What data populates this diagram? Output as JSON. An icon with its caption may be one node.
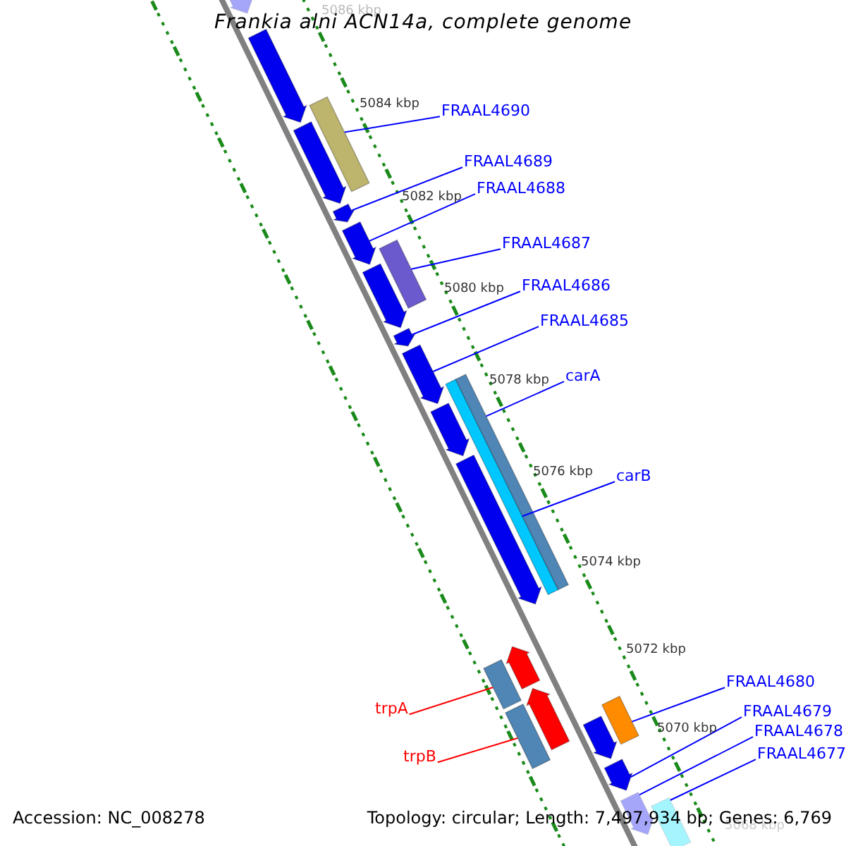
{
  "diagram": {
    "title": "Frankia alni ACN14a, complete genome",
    "nodes": [
      {
        "text": [
          "FRAAL4690"
        ]
      },
      {
        "text": [
          "FRAAL4689"
        ]
      },
      {
        "text": [
          "FRAAL4688"
        ]
      },
      {
        "text": [
          "FRAAL4687"
        ]
      },
      {
        "text": [
          "FRAAL4686"
        ]
      },
      {
        "text": [
          "FRAAL4685"
        ]
      },
      {
        "text": [
          "carA"
        ]
      },
      {
        "text": [
          "carB"
        ]
      },
      {
        "text": [
          "trpA"
        ]
      },
      {
        "text": [
          "trpB"
        ]
      },
      {
        "text": [
          "FRAAL4680"
        ]
      },
      {
        "text": [
          "FRAAL4679"
        ]
      },
      {
        "text": [
          "FRAAL4678"
        ]
      },
      {
        "text": [
          "FRAAL4677"
        ]
      },
      {
        "text": [],
        "shape": "arrow"
      },
      {
        "text": [],
        "shape": "arrow"
      },
      {
        "text": [],
        "shape": "box"
      },
      {
        "text": [],
        "shape": "arrow"
      },
      {
        "text": [],
        "shape": "arrow"
      },
      {
        "text": [],
        "shape": "arrow"
      },
      {
        "text": [],
        "shape": "box"
      },
      {
        "text": [],
        "shape": "arrow"
      },
      {
        "text": [],
        "shape": "arrow"
      },
      {
        "text": [],
        "shape": "arrow"
      },
      {
        "text": [],
        "shape": "box"
      },
      {
        "text": [],
        "shape": "box"
      },
      {
        "text": [],
        "shape": "arrow"
      },
      {
        "text": [],
        "shape": "arrow"
      },
      {
        "text": [],
        "shape": "arrow"
      },
      {
        "text": [],
        "shape": "box"
      },
      {
        "text": [],
        "shape": "arrow"
      },
      {
        "text": [],
        "shape": "box"
      },
      {
        "text": [],
        "shape": "box"
      },
      {
        "text": [],
        "shape": "arrow"
      },
      {
        "text": [],
        "shape": "arrow"
      },
      {
        "text": [],
        "shape": "arrow"
      },
      {
        "text": [],
        "shape": "box"
      }
    ],
    "edges": [
      {
        "from": 0,
        "to": 16,
        "arrow": "none"
      },
      {
        "from": 1,
        "to": 18,
        "arrow": "none"
      },
      {
        "from": 2,
        "to": 19,
        "arrow": "none"
      },
      {
        "from": 3,
        "to": 20,
        "arrow": "none"
      },
      {
        "from": 4,
        "to": 22,
        "arrow": "none"
      },
      {
        "from": 5,
        "to": 23,
        "arrow": "none"
      },
      {
        "from": 6,
        "to": 25,
        "arrow": "none"
      },
      {
        "from": 7,
        "to": 24,
        "arrow": "none"
      },
      {
        "from": 8,
        "to": 29,
        "arrow": "none",
        "color": "#ff0000"
      },
      {
        "from": 9,
        "to": 31,
        "arrow": "none",
        "color": "#ff0000"
      },
      {
        "from": 10,
        "to": 32,
        "arrow": "none"
      },
      {
        "from": 11,
        "to": 34,
        "arrow": "none"
      },
      {
        "from": 12,
        "to": 35,
        "arrow": "none"
      },
      {
        "from": 13,
        "to": 36,
        "arrow": "none"
      }
    ],
    "labels": [
      "5086 kbp",
      "5084 kbp",
      "5082 kbp",
      "5080 kbp",
      "5078 kbp",
      "5076 kbp",
      "5074 kbp",
      "5072 kbp",
      "5070 kbp",
      "5068 kbp",
      "Accession: NC_008278",
      "Topology: circular; Length: 7,497,934 bp; Genes: 6,769"
    ]
  }
}
